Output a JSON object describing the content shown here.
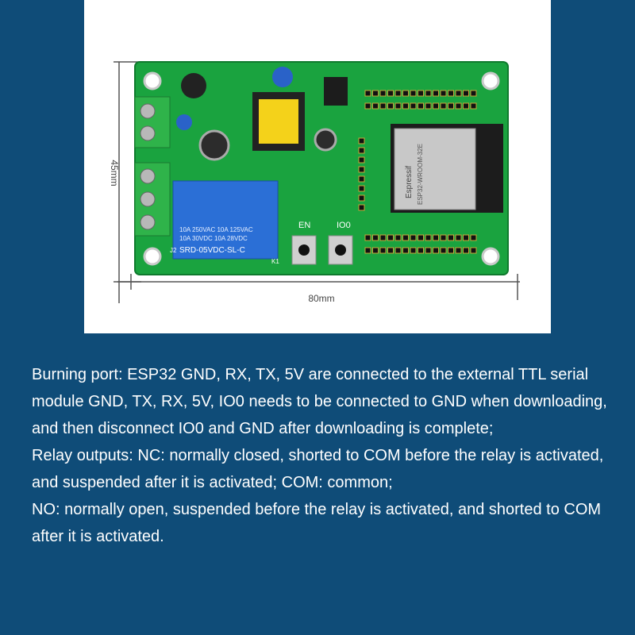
{
  "dimensions": {
    "height_label": "45mm",
    "width_label": "80mm"
  },
  "board": {
    "relay_lines": [
      "10A 250VAC  10A 125VAC",
      "10A  30VDC  10A  28VDC"
    ],
    "relay_model": "SRD-05VDC-SL-C",
    "button_en": "EN",
    "button_io0": "IO0",
    "module_brand": "Espressif",
    "module_model": "ESP32-WROOM-32E",
    "connector_j2": "J2",
    "connector_k1": "K1"
  },
  "description": {
    "paragraphs": [
      "Burning port: ESP32 GND, RX, TX, 5V are connected to the external TTL serial module GND, TX, RX, 5V, IO0 needs to be connected to GND when downloading, and then disconnect IO0 and GND after downloading is complete;",
      "Relay outputs: NC: normally closed, shorted to COM before the relay is activated, and suspended after it is activated; COM: common;",
      "NO: normally open, suspended before the relay is activated, and shorted to COM after it is activated."
    ]
  },
  "colors": {
    "background": "#0f4c78",
    "pcb": "#1aa33f",
    "relay": "#2b6fd6",
    "terminal": "#2fb34a",
    "text": "#ffffff"
  }
}
